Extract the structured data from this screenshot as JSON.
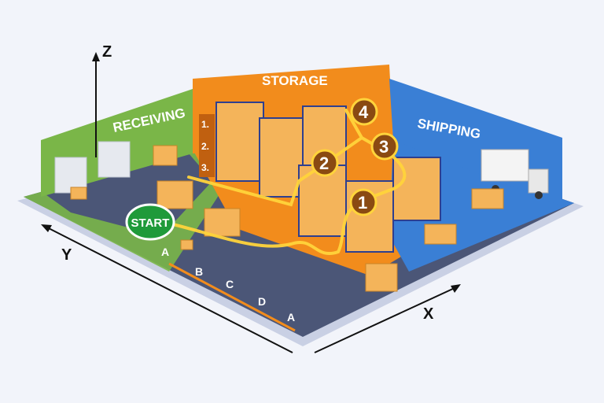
{
  "axes": {
    "z": "Z",
    "y": "Y",
    "x": "X"
  },
  "zones": {
    "receiving": "RECEIVING",
    "storage": "STORAGE",
    "shipping": "SHIPPING"
  },
  "start_label": "START",
  "shelf_levels": [
    "1.",
    "2.",
    "3."
  ],
  "route_stops": [
    "1",
    "2",
    "3",
    "4"
  ],
  "aisle_labels": [
    "A",
    "B",
    "C",
    "D",
    "A"
  ],
  "colors": {
    "receiving": "#7ab648",
    "storage": "#f28c1c",
    "shipping": "#3a7fd5",
    "floor": "#4b5677",
    "route": "#ffd43b",
    "stop": "#8a4a12",
    "start": "#1f9a3a"
  }
}
